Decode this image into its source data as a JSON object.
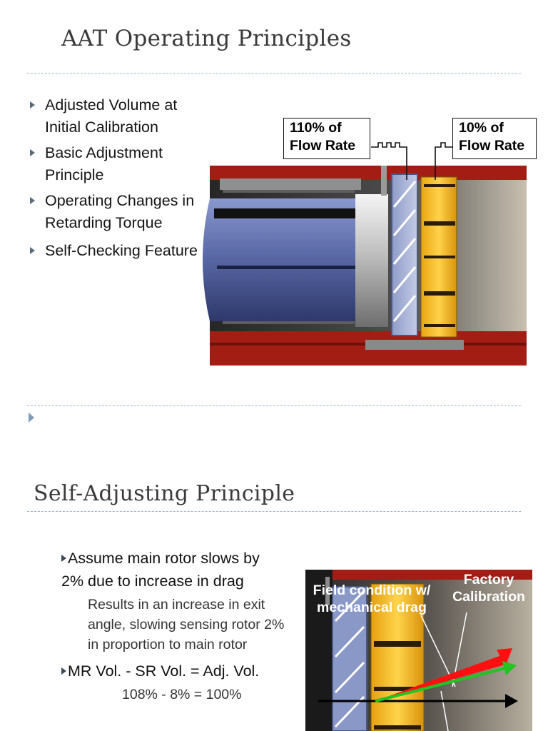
{
  "slide1": {
    "title": "AAT Operating Principles",
    "bullets": [
      {
        "line1": "Adjusted Volume at",
        "line2": "Initial Calibration"
      },
      {
        "line1": "Basic Adjustment",
        "line2": "Principle"
      },
      {
        "line1": "Operating Changes in",
        "line2": "Retarding Torque"
      },
      {
        "line1": "Self-Checking Feature",
        "line2": ""
      }
    ],
    "callout_left": {
      "line1": "110% of",
      "line2": "Flow Rate"
    },
    "callout_right": {
      "line1": "10% of",
      "line2": "Flow Rate"
    }
  },
  "slide2": {
    "title": "Self-Adjusting Principle",
    "bullet1_line1": "Assume main rotor slows by",
    "bullet1_line2": "2% due to increase in drag",
    "sub_line1": "Results in an increase in exit",
    "sub_line2": "angle, slowing sensing rotor 2%",
    "sub_line3": "in proportion to main rotor",
    "bullet2": "MR Vol. - SR Vol. = Adj. Vol.",
    "equation": "108% - 8% = 100%",
    "label_field_line1": "Field condition w/",
    "label_field_line2": "mechanical drag",
    "label_factory_line1": "Factory",
    "label_factory_line2": "Calibration"
  },
  "colors": {
    "title_gray": "#3a3a3a",
    "bullet_marker": "#5a6c7c",
    "rule_dashed": "#9fb6c6",
    "housing_red": "#a31d14",
    "rotor_blue": "#6f7fb8",
    "sensing_rotor_gold": "#f0b21c",
    "arrow_red": "#ff1010",
    "arrow_green": "#22c322"
  },
  "icons": [
    "bullet-triangle-icon"
  ]
}
